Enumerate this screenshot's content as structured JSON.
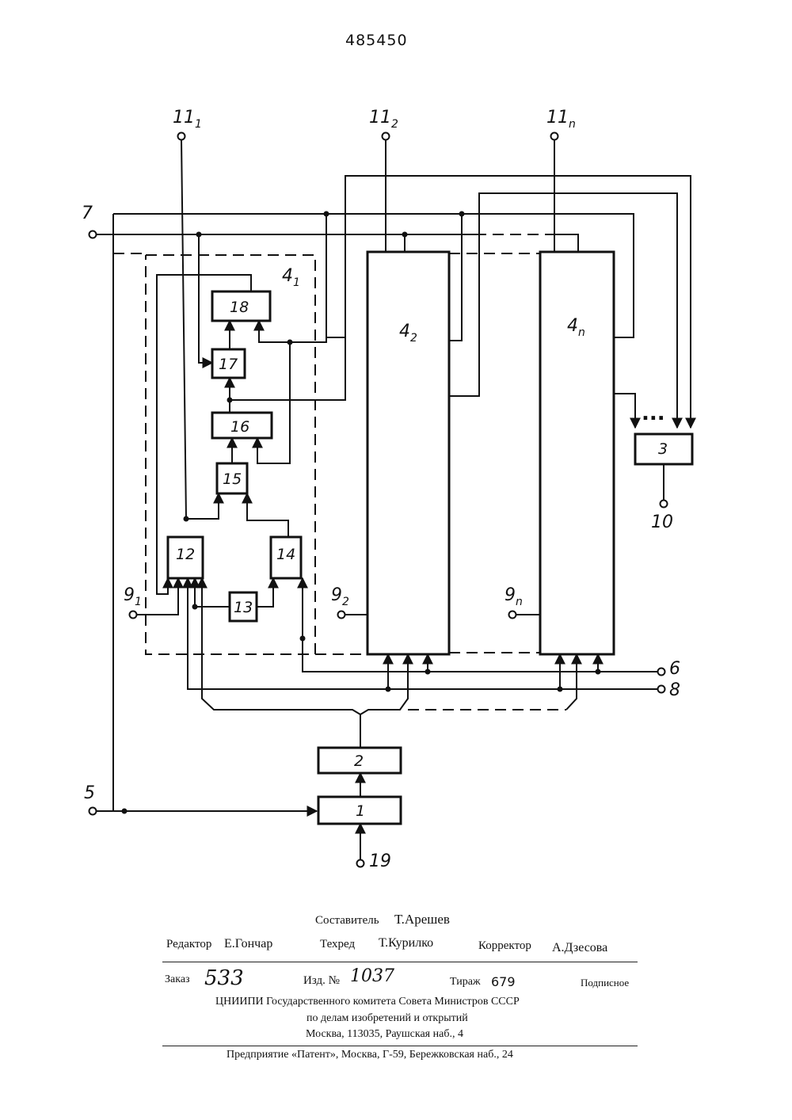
{
  "patent_number": "485450",
  "diagram": {
    "terminals": {
      "t11_1": "11",
      "t11_1_sub": "1",
      "t11_2": "11",
      "t11_2_sub": "2",
      "t11_n": "11",
      "t11_n_sub": "n",
      "t7": "7",
      "t5": "5",
      "t6": "6",
      "t8": "8",
      "t10": "10",
      "t19": "19",
      "t9_1": "9",
      "t9_1_sub": "1",
      "t9_2": "9",
      "t9_2_sub": "2",
      "t9_n": "9",
      "t9_n_sub": "n"
    },
    "blocks": {
      "b1": "1",
      "b2": "2",
      "b3": "3",
      "b12": "12",
      "b13": "13",
      "b14": "14",
      "b15": "15",
      "b16": "16",
      "b17": "17",
      "b18": "18",
      "b4_1": "4",
      "b4_1_sub": "1",
      "b4_2": "4",
      "b4_2_sub": "2",
      "b4_n": "4",
      "b4_n_sub": "n"
    },
    "ellipsis": "..."
  },
  "imprint": {
    "compiler_label": "Составитель",
    "compiler_name": "Т.Арешев",
    "editor_label": "Редактор",
    "editor_name": "Е.Гончар",
    "techred_label": "Техред",
    "techred_name": "Т.Курилко",
    "corrector_label": "Корректор",
    "corrector_name": "А.Дзесова",
    "order_label": "Заказ",
    "order_number": "533",
    "issue_label": "Изд. №",
    "issue_number": "1037",
    "circulation_label": "Тираж",
    "circulation_number": "679",
    "subscription": "Подписное",
    "org_line1": "ЦНИИПИ Государственного комитета Совета Министров СССР",
    "org_line2": "по делам изобретений и открытий",
    "org_line3": "Москва, 113035, Раушская наб., 4",
    "printer": "Предприятие «Патент», Москва, Г-59, Бережковская наб., 24"
  }
}
